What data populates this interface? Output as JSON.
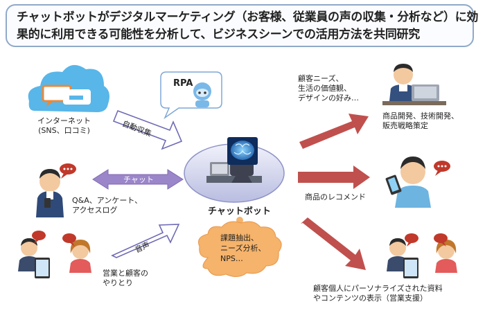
{
  "title": {
    "line1": "チャットボットがデジタルマーケティング（お客様、従業員の声の収集・分析など）に効",
    "line2": "果的に利用できる可能性を分析して、ビジネスシーンでの活用方法を共同研究"
  },
  "inputs": {
    "internet": {
      "line1": "インターネット",
      "line2": "(SNS、口コミ)"
    },
    "rpa": "RPA",
    "qa": {
      "line1": "Q&A、アンケート、",
      "line2": "アクセスログ"
    },
    "sales": {
      "line1": "営業と顧客の",
      "line2": "やりとり"
    }
  },
  "arrows": {
    "auto_collect": "自動収集",
    "chat": "チャット",
    "voice": "音声"
  },
  "center": {
    "label": "チャットボット",
    "cloud": {
      "line1": "課題抽出、",
      "line2": "ニーズ分析、",
      "line3": "NPS…"
    }
  },
  "outputs": {
    "needs": {
      "line1": "顧客ニーズ、",
      "line2": "生活の価値観、",
      "line3": "デザインの好み…"
    },
    "dev": {
      "line1": "商品開発、技術開発、",
      "line2": "販売戦略策定"
    },
    "recommend": "商品のレコメンド",
    "personalize": {
      "line1": "顧客個人にパーソナライズされた資料",
      "line2": "やコンテンツの表示（営業支援）"
    }
  },
  "colors": {
    "red_arrow": "#c0504d",
    "purple_arrow": "#9b86c9",
    "header_border": "#8fa9c9",
    "cloud_orange": "#f5b36b",
    "cloud_blue": "#5bb5e8"
  }
}
